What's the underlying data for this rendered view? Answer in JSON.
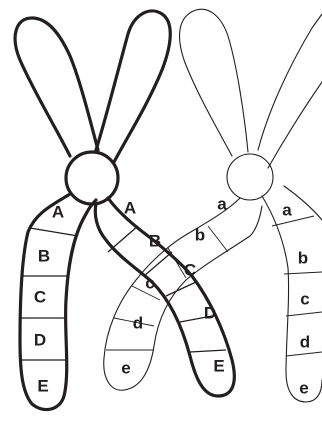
{
  "diagram": {
    "dark_chromosome_labels": {
      "left_chromatid": [
        "A",
        "B",
        "C",
        "D",
        "E"
      ],
      "crossed_chromatid": [
        "A",
        "B",
        "C",
        "D",
        "E"
      ]
    },
    "light_chromosome_labels": {
      "crossed_chromatid": [
        "a",
        "b",
        "c",
        "d",
        "e"
      ],
      "right_chromatid": [
        "a",
        "b",
        "c",
        "d",
        "e"
      ]
    },
    "colors": {
      "stroke": "#231f20",
      "background": "#ffffff"
    }
  }
}
